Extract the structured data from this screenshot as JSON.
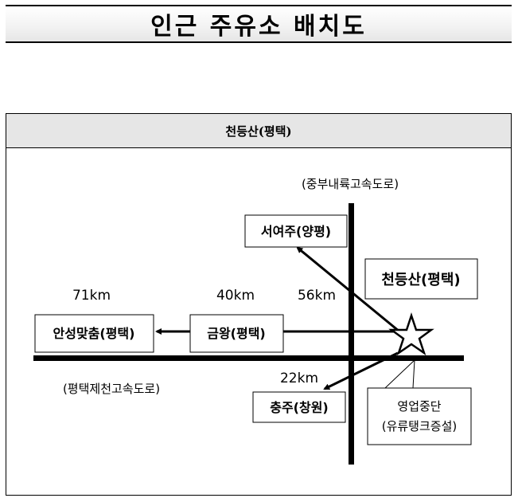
{
  "title": "인근 주유소 배치도",
  "panel": {
    "header": "천등산(평택)"
  },
  "map": {
    "road_north": "(중부내륙고속도로)",
    "road_east_west": "(평택제천고속도로)",
    "current": "천등산(평택)",
    "destinations": [
      {
        "name": "서여주(양평)",
        "distance": "56km"
      },
      {
        "name": "금왕(평택)",
        "distance": "40km"
      },
      {
        "name": "안성맞춤(평택)",
        "distance": "71km"
      },
      {
        "name": "충주(창원)",
        "distance": "22km"
      }
    ],
    "callout_line1": "영업중단",
    "callout_line2": "(유류탱크증설)"
  }
}
